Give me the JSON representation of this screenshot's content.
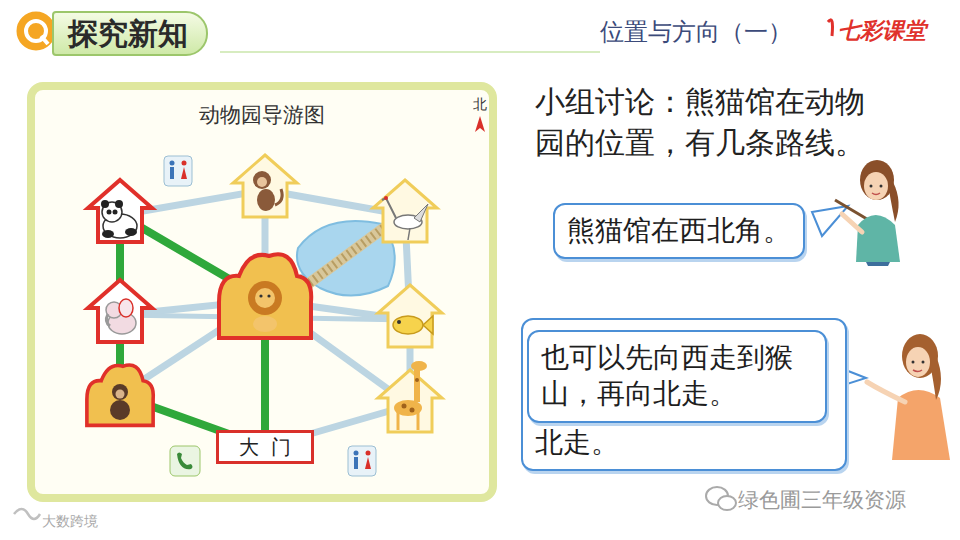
{
  "diagram": {
    "nodes": [
      {
        "text": [
          "探究新知"
        ]
      },
      {
        "text": [
          "动物园导游图"
        ]
      },
      {
        "text": [
          "大门"
        ],
        "in": 1
      },
      {
        "text": [
          "熊猫馆在西北角。"
        ]
      },
      {
        "text": [
          "北走。"
        ]
      },
      {
        "text": [
          "也可以先向西走到猴山，再向北走。"
        ]
      }
    ],
    "labels": [
      "位置与方向（一）",
      "七彩课堂",
      "小组讨论：熊猫馆在动物园的位置，有几条路线。",
      "北",
      "绿色圃三年级资源",
      "大数跨境"
    ]
  }
}
